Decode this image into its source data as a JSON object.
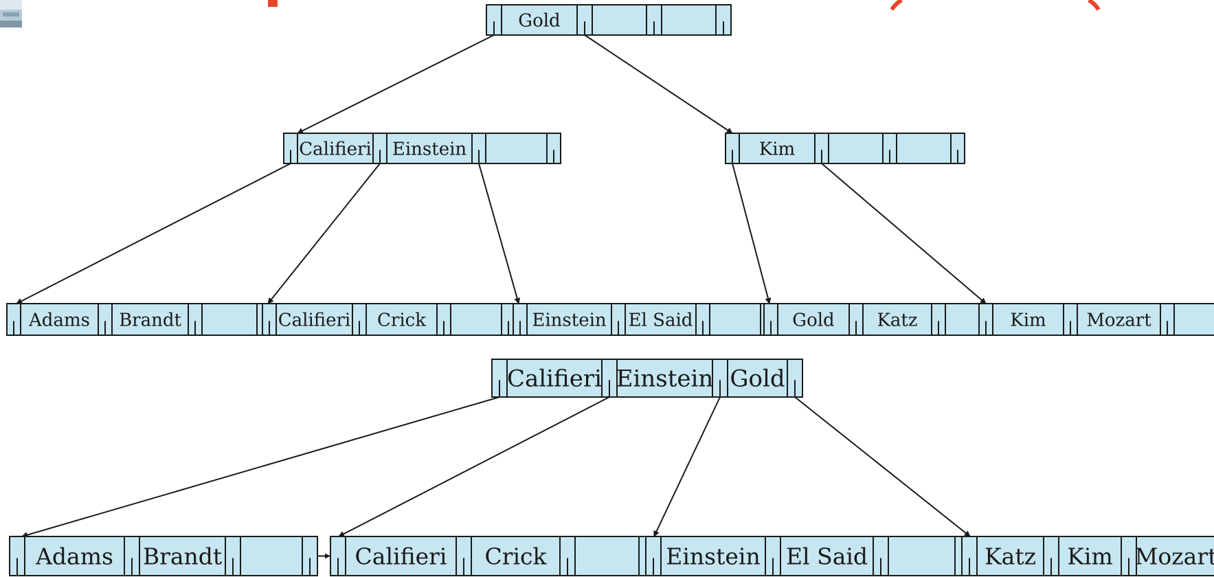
{
  "colors": {
    "node_fill": "#c6e6f1",
    "line": "#1a1a1a",
    "title_red": "#e8442a"
  },
  "icons": {
    "corner_logo": "slide-logo-icon"
  },
  "tree_before": {
    "root": {
      "keys": [
        "Gold"
      ]
    },
    "internal": [
      {
        "keys": [
          "Califieri",
          "Einstein"
        ]
      },
      {
        "keys": [
          "Kim"
        ]
      }
    ],
    "leaves": [
      {
        "keys": [
          "Adams",
          "Brandt"
        ]
      },
      {
        "keys": [
          "Califieri",
          "Crick"
        ]
      },
      {
        "keys": [
          "Einstein",
          "El Said"
        ]
      },
      {
        "keys": [
          "Gold",
          "Katz"
        ]
      },
      {
        "keys": [
          "Kim",
          "Mozart"
        ]
      }
    ]
  },
  "tree_after": {
    "root": {
      "keys": [
        "Califieri",
        "Einstein",
        "Gold"
      ]
    },
    "leaves": [
      {
        "keys": [
          "Adams",
          "Brandt"
        ]
      },
      {
        "keys": [
          "Califieri",
          "Crick"
        ]
      },
      {
        "keys": [
          "Einstein",
          "El Said"
        ]
      },
      {
        "keys": [
          "Katz",
          "Kim",
          "Mozart"
        ]
      }
    ]
  }
}
